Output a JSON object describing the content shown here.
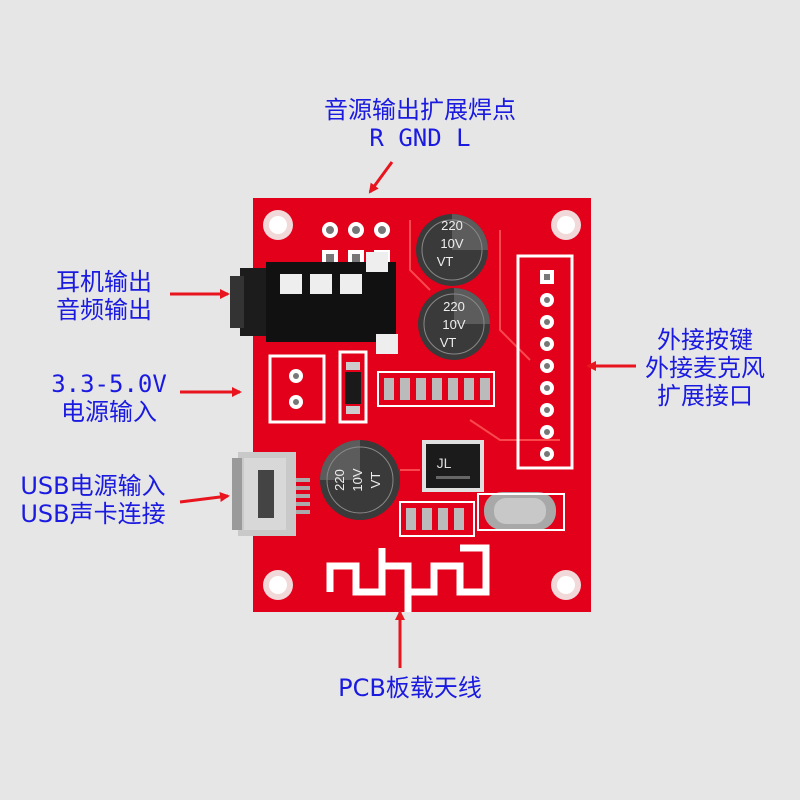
{
  "annotations": {
    "audio_out_pads": {
      "line1": "音源输出扩展焊点",
      "line2": "R GND L"
    },
    "headphone": {
      "line1": "耳机输出",
      "line2": "音频输出"
    },
    "power": {
      "line1": "3.3-5.0V",
      "line2": "电源输入"
    },
    "usb": {
      "line1": "USB电源输入",
      "line2": "USB声卡连接"
    },
    "ext_port": {
      "line1": "外接按键",
      "line2": "外接麦克风",
      "line3": "扩展接口"
    },
    "antenna": {
      "line1": "PCB板载天线"
    }
  },
  "capacitors": [
    {
      "value": "220",
      "voltage": "10V",
      "mark": "VT"
    },
    {
      "value": "220",
      "voltage": "10V",
      "mark": "VT"
    },
    {
      "value": "220",
      "voltage": "10V",
      "mark": "VT"
    }
  ],
  "chip_logo": "JL",
  "colors": {
    "pcb": "#e3001b",
    "label_blue": "#1a1ae0",
    "arrow_red": "#e8141e",
    "background": "#e6e6e6"
  }
}
